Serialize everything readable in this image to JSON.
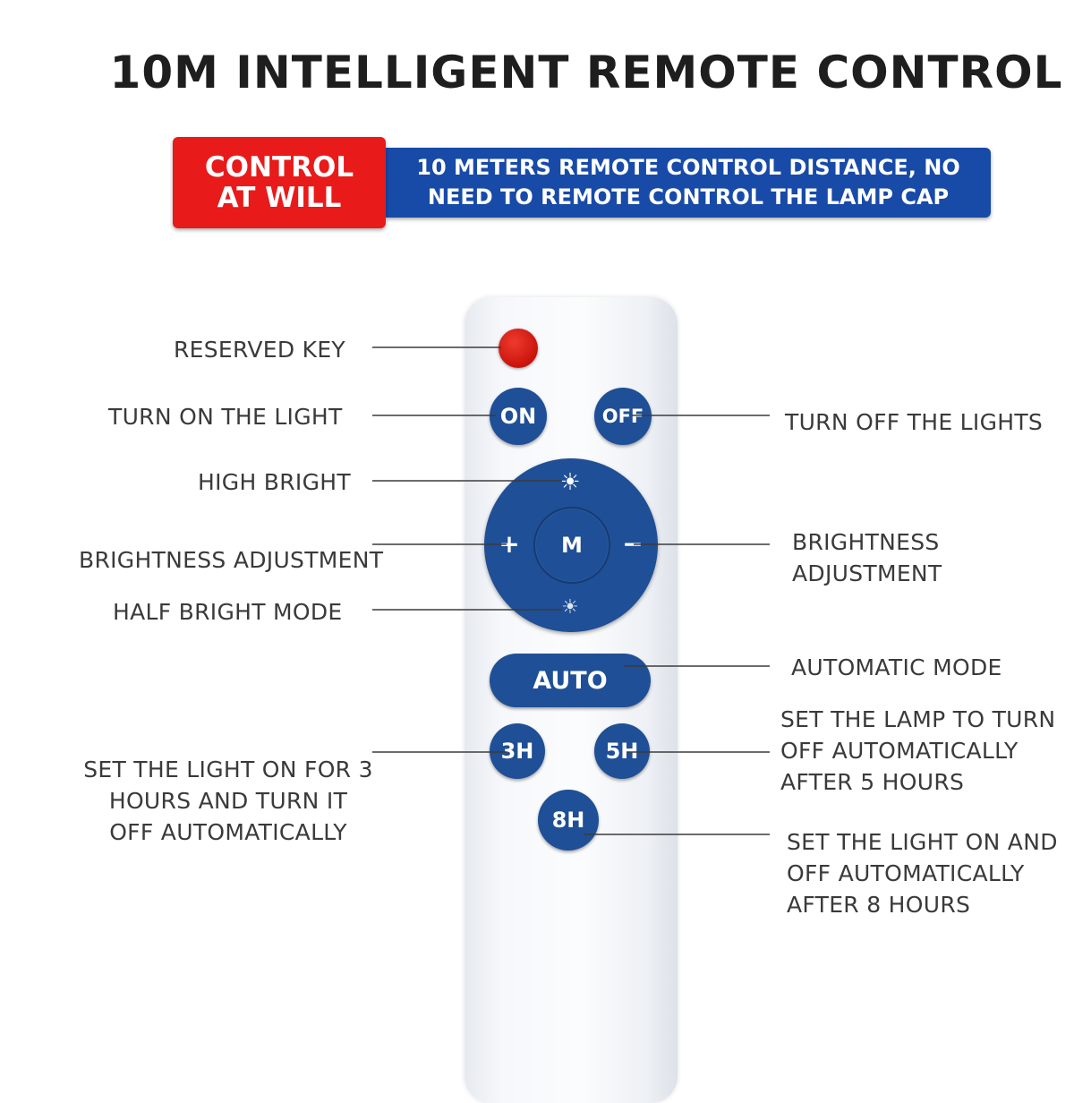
{
  "title": "10M INTELLIGENT REMOTE CONTROL",
  "banner": {
    "tag": "CONTROL\nAT WILL",
    "text": "10 METERS REMOTE CONTROL DISTANCE, NO\nNEED TO REMOTE CONTROL THE LAMP CAP"
  },
  "buttons": {
    "on": "ON",
    "off": "OFF",
    "mode": "M",
    "plus": "+",
    "minus": "−",
    "high_icon": "☀",
    "half_icon": "☀",
    "auto": "AUTO",
    "h3": "3H",
    "h5": "5H",
    "h8": "8H"
  },
  "labels": {
    "reserved_key": "RESERVED KEY",
    "turn_on": "TURN ON THE LIGHT",
    "high_bright": "HIGH BRIGHT",
    "brightness_left": "BRIGHTNESS ADJUSTMENT",
    "half_bright": "HALF BRIGHT MODE",
    "timer_3h": "SET THE LIGHT ON FOR 3\nHOURS AND TURN IT\nOFF AUTOMATICALLY",
    "turn_off": "TURN OFF THE LIGHTS",
    "brightness_right": "BRIGHTNESS\nADJUSTMENT",
    "automatic_mode": "AUTOMATIC MODE",
    "timer_5h": "SET THE LAMP TO TURN\nOFF AUTOMATICALLY\nAFTER 5 HOURS",
    "timer_8h": "SET THE LIGHT ON AND\nOFF AUTOMATICALLY\nAFTER 8 HOURS"
  },
  "colors": {
    "button_blue": "#1f4f96",
    "banner_blue": "#184aa8",
    "banner_red": "#e81a1a",
    "reserved_red": "#c9140c"
  }
}
